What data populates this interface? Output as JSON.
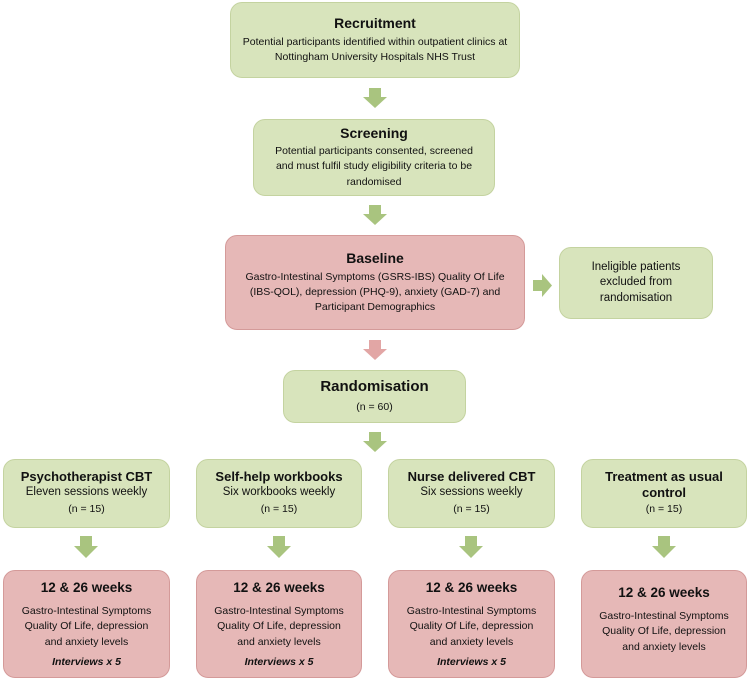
{
  "recruitment": {
    "title": "Recruitment",
    "text": "Potential participants identified within outpatient clinics at Nottingham University Hospitals NHS Trust"
  },
  "screening": {
    "title": "Screening",
    "text": "Potential participants consented, screened and must fulfil study eligibility criteria to be randomised"
  },
  "baseline": {
    "title": "Baseline",
    "text": "Gastro-Intestinal Symptoms (GSRS-IBS) Quality Of Life (IBS-QOL), depression (PHQ-9), anxiety (GAD-7) and Participant Demographics"
  },
  "ineligible": {
    "text": "Ineligible patients excluded from randomisation"
  },
  "randomisation": {
    "title": "Randomisation",
    "n": "(n = 60)"
  },
  "arms": [
    {
      "title": "Psychotherapist CBT",
      "subtitle": "Eleven sessions weekly",
      "n": "(n = 15)"
    },
    {
      "title": "Self-help workbooks",
      "subtitle": "Six workbooks weekly",
      "n": "(n = 15)"
    },
    {
      "title": "Nurse delivered CBT",
      "subtitle": "Six sessions weekly",
      "n": "(n = 15)"
    },
    {
      "title": "Treatment as usual control",
      "subtitle": "",
      "n": "(n = 15)"
    }
  ],
  "followups": [
    {
      "title": "12 & 26 weeks",
      "line1": "Gastro-Intestinal Symptoms",
      "line2": "Quality Of Life, depression and anxiety levels",
      "interviews": "Interviews x 5"
    },
    {
      "title": "12 & 26 weeks",
      "line1": "Gastro-Intestinal Symptoms",
      "line2": "Quality Of Life, depression and anxiety levels",
      "interviews": "Interviews x 5"
    },
    {
      "title": "12 & 26 weeks",
      "line1": "Gastro-Intestinal Symptoms",
      "line2": "Quality Of Life, depression and anxiety levels",
      "interviews": "Interviews x 5"
    },
    {
      "title": "12 & 26 weeks",
      "line1": "Gastro-Intestinal Symptoms",
      "line2": "Quality Of Life, depression and anxiety levels",
      "interviews": ""
    }
  ],
  "colors": {
    "green_box": "#d8e4bc",
    "pink_box": "#e6b8b7",
    "green_arrow": "#a9c47f",
    "pink_arrow": "#e2a6a5"
  }
}
